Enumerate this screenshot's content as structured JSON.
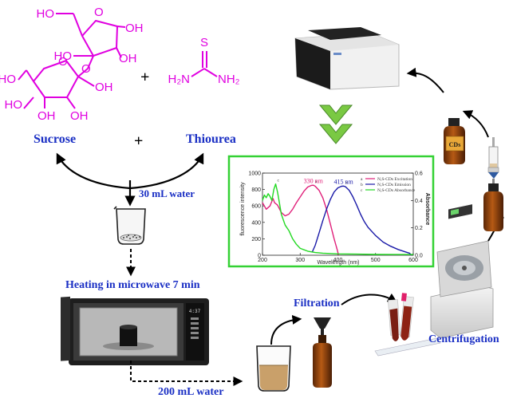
{
  "labels": {
    "sucrose": "Sucrose",
    "thiourea": "Thiourea",
    "plus": "+",
    "water30": "30 mL water",
    "heating": "Heating in microwave 7 min",
    "water200": "200 mL water",
    "filtration": "Filtration",
    "centrifugation": "Centrifugation",
    "cds": "CDs"
  },
  "molecules": {
    "sucrose_groups": [
      "HO",
      "O",
      "OH",
      "HO",
      "O",
      "HO",
      "O",
      "OH",
      "HO",
      "OH",
      "OH",
      "OH"
    ],
    "thiourea_groups": [
      "S",
      "H₂N",
      "NH₂"
    ]
  },
  "microwave_display": "4:37",
  "colors": {
    "molecule": "#e000e0",
    "label_blue": "#1a2fc4",
    "chart_frame": "#34d134",
    "down_arrows": "#7ac943",
    "excitation": "#e0207a",
    "emission": "#1a1aa8",
    "absorbance": "#22d922"
  },
  "chart_data": {
    "type": "line",
    "title": "",
    "xlabel": "Wavelength (nm)",
    "ylabel": "fluorescence intensity",
    "y2label": "Absorbance",
    "xlim": [
      200,
      600
    ],
    "ylim": [
      0,
      1000
    ],
    "y2lim": [
      0,
      0.6
    ],
    "xticks": [
      200,
      300,
      400,
      500,
      600
    ],
    "yticks": [
      0,
      200,
      400,
      600,
      800,
      1000
    ],
    "y2ticks": [
      0.0,
      0.2,
      0.4,
      0.6
    ],
    "legend_position": "top-right",
    "series": [
      {
        "key": "a",
        "name": "N,S-CDs Excitation",
        "axis": "left",
        "color": "#e0207a",
        "x": [
          200,
          210,
          220,
          228,
          232,
          240,
          250,
          260,
          270,
          280,
          290,
          300,
          310,
          320,
          330,
          335,
          340,
          350,
          360,
          370,
          380,
          390,
          398,
          402
        ],
        "y": [
          640,
          560,
          600,
          690,
          640,
          610,
          520,
          480,
          500,
          560,
          640,
          710,
          780,
          830,
          850,
          852,
          840,
          790,
          700,
          560,
          380,
          200,
          70,
          0
        ]
      },
      {
        "key": "b",
        "name": "N,S-CDs Emission",
        "axis": "left",
        "color": "#1a1aa8",
        "x": [
          332,
          340,
          350,
          360,
          370,
          380,
          390,
          400,
          410,
          415,
          420,
          430,
          440,
          450,
          460,
          470,
          480,
          500,
          520,
          540,
          560,
          580,
          590,
          595
        ],
        "y": [
          40,
          120,
          270,
          420,
          560,
          680,
          770,
          820,
          840,
          842,
          835,
          790,
          710,
          610,
          500,
          410,
          340,
          240,
          160,
          110,
          70,
          40,
          25,
          0
        ]
      },
      {
        "key": "c",
        "name": "N,S-CDs Absorbance",
        "axis": "right",
        "color": "#22d922",
        "x": [
          200,
          205,
          210,
          215,
          220,
          225,
          230,
          235,
          240,
          245,
          250,
          260,
          270,
          280,
          290,
          300,
          320,
          340,
          360,
          400,
          450,
          500,
          550,
          600
        ],
        "y": [
          0.4,
          0.44,
          0.42,
          0.45,
          0.43,
          0.4,
          0.48,
          0.52,
          0.46,
          0.38,
          0.3,
          0.22,
          0.18,
          0.12,
          0.08,
          0.05,
          0.03,
          0.02,
          0.015,
          0.01,
          0.008,
          0.006,
          0.005,
          0.005
        ]
      }
    ],
    "annotations": [
      {
        "text": "330 nm",
        "x": 335,
        "y": 860,
        "color": "#e0207a"
      },
      {
        "text": "415 nm",
        "x": 415,
        "y": 850,
        "color": "#1a1aa8"
      }
    ]
  }
}
